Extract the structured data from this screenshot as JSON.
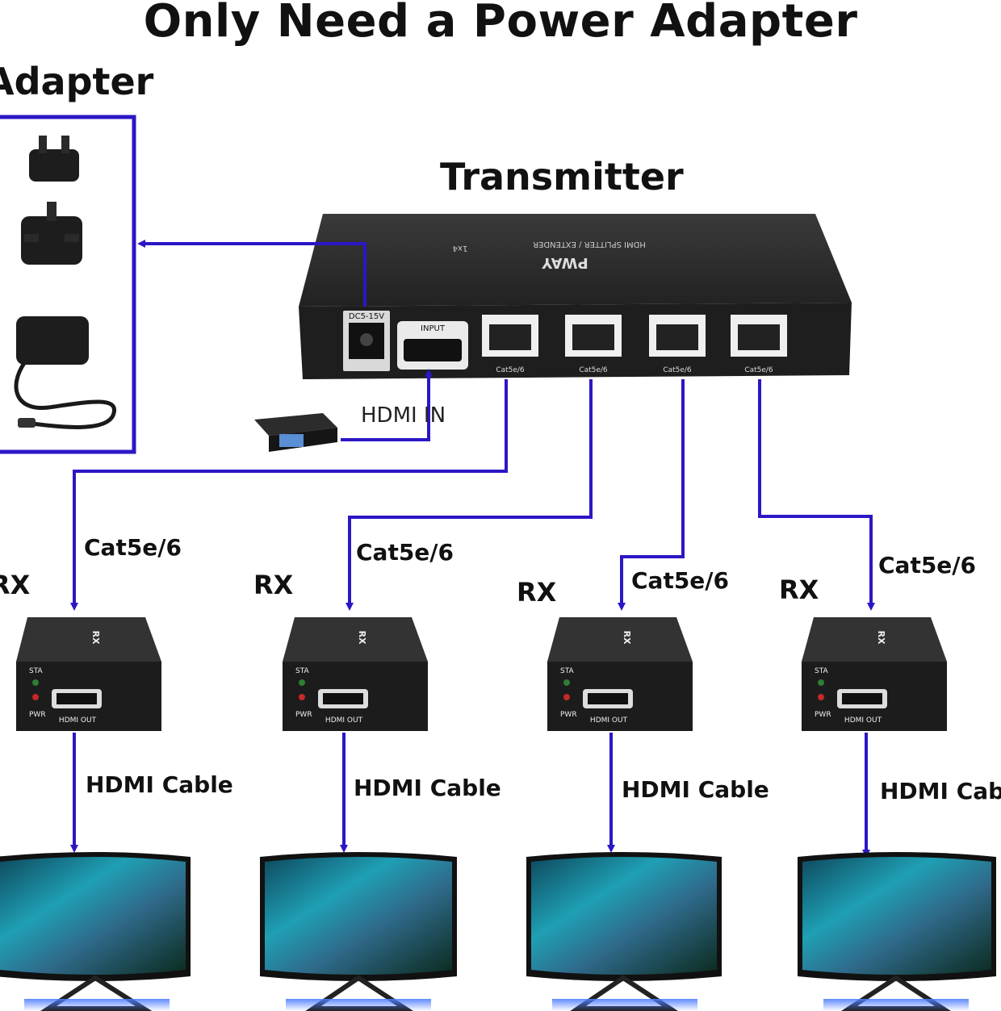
{
  "title": "Only Need a Power Adapter",
  "adapter_heading": "Adapter",
  "transmitter": {
    "heading": "Transmitter",
    "brand": "PWAY",
    "product_name": "HDMI SPLITTER / EXTENDER",
    "product_badge": "1x4",
    "power_port_label": "DC5-15V",
    "input_port_label": "INPUT",
    "ports": [
      "Cat5e/6",
      "Cat5e/6",
      "Cat5e/6",
      "Cat5e/6"
    ]
  },
  "hdmi_in_label": "HDMI IN",
  "receivers": [
    {
      "rx_label": "RX",
      "cable_label": "Cat5e/6",
      "hdmi_cable_label": "HDMI Cable",
      "model": "RX",
      "sta": "STA",
      "pwr": "PWR",
      "hdmi_out": "HDMI OUT"
    },
    {
      "rx_label": "RX",
      "cable_label": "Cat5e/6",
      "hdmi_cable_label": "HDMI Cable",
      "model": "RX",
      "sta": "STA",
      "pwr": "PWR",
      "hdmi_out": "HDMI OUT"
    },
    {
      "rx_label": "RX",
      "cable_label": "Cat5e/6",
      "hdmi_cable_label": "HDMI Cable",
      "model": "RX",
      "sta": "STA",
      "pwr": "PWR",
      "hdmi_out": "HDMI OUT"
    },
    {
      "rx_label": "RX",
      "cable_label": "Cat5e/6",
      "hdmi_cable_label": "HDMI Cable",
      "model": "RX",
      "sta": "STA",
      "pwr": "PWR",
      "hdmi_out": "HDMI OUT"
    }
  ],
  "colors": {
    "connector_line": "#2b17c4",
    "device_body": "#2a2a2a",
    "device_face": "#1c1c1c"
  },
  "icons": [
    "uk-plug-icon",
    "eu-plug-icon",
    "power-adapter-icon",
    "blu-ray-player-icon",
    "monitor-icon"
  ]
}
